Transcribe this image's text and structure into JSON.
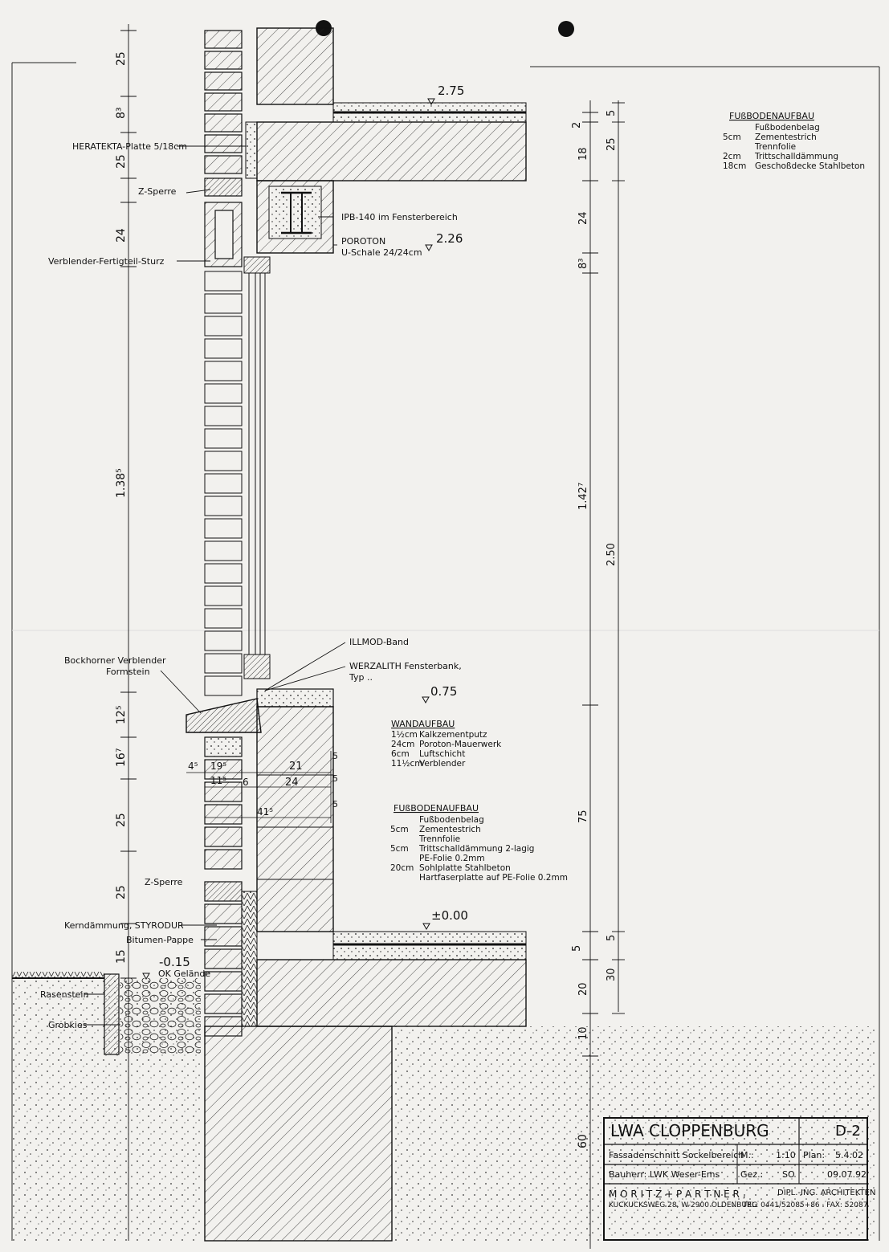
{
  "sheet": {
    "project": "LWA CLOPPENBURG",
    "sheet_no": "D-2",
    "subject": "Fassadenschnitt Sockelbereich",
    "scale_label": "M.:",
    "scale": "1:10",
    "plan_label": "Plan:",
    "plan_no": "5.4.02",
    "client": "Bauherr: LWK Weser-Ems",
    "drawn_label": "Gez.:",
    "drawn_by": "SO",
    "date": "09.07.92",
    "firm": "M O R I T Z  +  P A R T N E R ,",
    "firm_title": "DIPL.-ING. ARCHITEKTEN",
    "address": "KUCKUCKSWEG 28, W-2900 OLDENBURG",
    "phone": "TEL: 0441/52085+86 · FAX: 52087"
  },
  "levels": {
    "upper": "2.75",
    "lintel": "2.26",
    "sill": "0.75",
    "floor": "±0.00",
    "ground": "-0.15",
    "ground_label": "OK Gelände"
  },
  "labels": {
    "heratekta": "HERATEKTA-Platte 5/18cm",
    "zsperre_top": "Z-Sperre",
    "lintel": "Verblender-Fertigteil-Sturz",
    "ipb": "IPB-140 im Fensterbereich",
    "poroton_1": "POROTON",
    "poroton_2": "U-Schale 24/24cm",
    "illmod": "ILLMOD-Band",
    "werzalith_1": "WERZALITH Fensterbank,",
    "werzalith_2": "Typ ..",
    "bockhorner_1": "Bockhorner Verblender",
    "bockhorner_2": "Formstein",
    "zsperre_bottom": "Z-Sperre",
    "kerndaemmung": "Kerndämmung, STYRODUR",
    "bitumen": "Bitumen-Pappe",
    "rasenstein": "Rasenstein",
    "grobkies": "Grobkies"
  },
  "floor_top": {
    "heading": "FUßBODENAUFBAU",
    "rows": [
      [
        "",
        "Fußbodenbelag"
      ],
      [
        "5cm",
        "Zementestrich"
      ],
      [
        "",
        "Trennfolie"
      ],
      [
        "2cm",
        "Trittschalldämmung"
      ],
      [
        "18cm",
        "Geschoßdecke Stahlbeton"
      ]
    ]
  },
  "wall_build": {
    "heading": "WANDAUFBAU",
    "rows": [
      [
        "1½cm",
        "Kalkzementputz"
      ],
      [
        "24cm",
        "Poroton-Mauerwerk"
      ],
      [
        "6cm",
        "Luftschicht"
      ],
      [
        "11½cm",
        "Verblender"
      ]
    ]
  },
  "floor_bottom": {
    "heading": "FUßBODENAUFBAU",
    "rows": [
      [
        "",
        "Fußbodenbelag"
      ],
      [
        "5cm",
        "Zementestrich"
      ],
      [
        "",
        "Trennfolie"
      ],
      [
        "5cm",
        "Trittschalldämmung 2-lagig"
      ],
      [
        "",
        "PE-Folie 0.2mm"
      ],
      [
        "20cm",
        "Sohlplatte Stahlbeton"
      ],
      [
        "",
        "Hartfaserplatte auf PE-Folie 0.2mm"
      ]
    ]
  },
  "dims_left": [
    "25",
    "8³",
    "25",
    "24",
    "1.38⁵",
    "12⁵",
    "16⁷",
    "25",
    "25",
    "15",
    "60"
  ],
  "dims_right_a": [
    "2",
    "18",
    "24",
    "8³",
    "1.42⁷",
    "75",
    "5",
    "20",
    "10"
  ],
  "dims_right_b": [
    "5",
    "25",
    "2.50",
    "5",
    "30"
  ],
  "dims_detail": [
    "4⁵",
    "19⁵",
    "11⁵",
    "6",
    "21",
    "24",
    "41⁵",
    "5",
    "5",
    "5"
  ]
}
